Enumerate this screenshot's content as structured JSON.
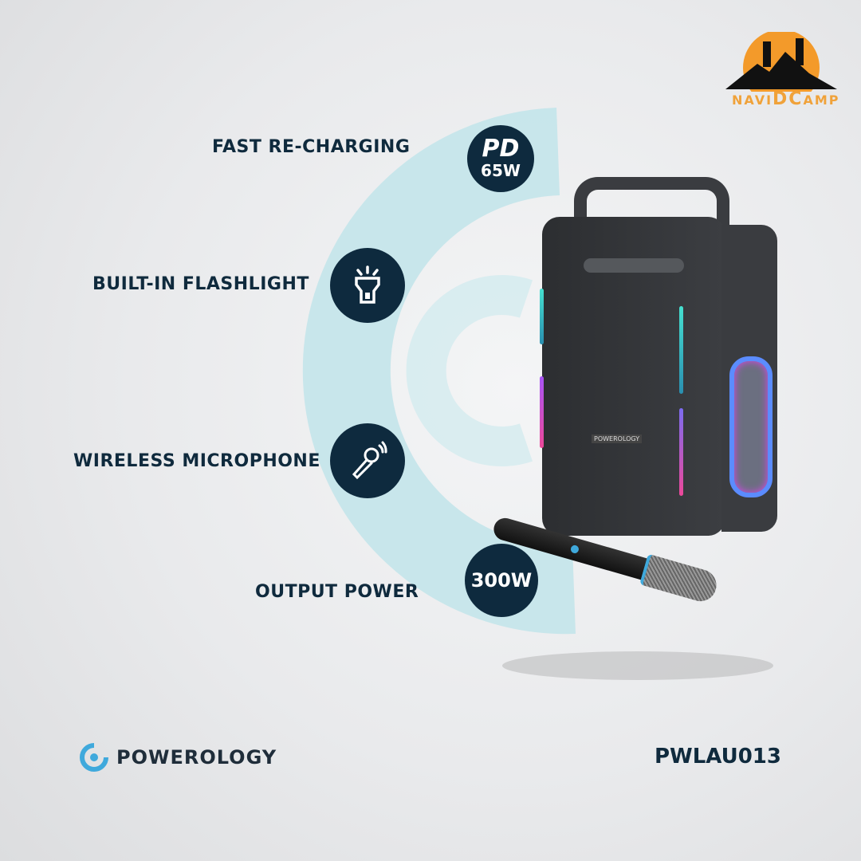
{
  "features": [
    {
      "label": "FAST RE-CHARGING",
      "badge_top": "PD",
      "badge_bottom": "65W",
      "icon": "pd-65w-icon"
    },
    {
      "label": "BUILT-IN FLASHLIGHT",
      "icon": "flashlight-icon"
    },
    {
      "label": "WIRELESS MICROPHONE",
      "icon": "microphone-icon"
    },
    {
      "label": "OUTPUT POWER",
      "badge_value": "300W",
      "icon": "power-300w-icon"
    }
  ],
  "brand": {
    "name": "POWEROLOGY",
    "model": "PWLAU013"
  },
  "watermark": {
    "text_left": "NAVI",
    "text_mid": "DC",
    "text_right": "AMP"
  },
  "product": {
    "label": "POWEROLOGY"
  },
  "colors": {
    "navy": "#0e2a3e",
    "arc": "#bfe3ea",
    "accent": "#3fa9dc",
    "orange": "#f0a23a"
  }
}
